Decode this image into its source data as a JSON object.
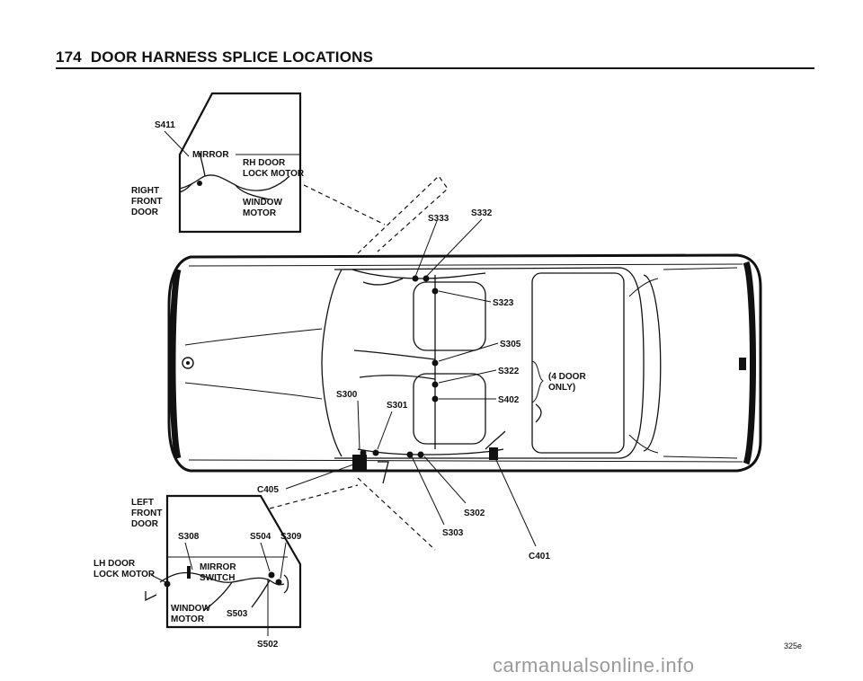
{
  "header": {
    "page_number": "174",
    "title": "DOOR HARNESS SPLICE LOCATIONS"
  },
  "right_door_inset": {
    "door_label": [
      "RIGHT",
      "FRONT",
      "DOOR"
    ],
    "splice": "S411",
    "mirror": "MIRROR",
    "lock_motor": [
      "RH DOOR",
      "LOCK MOTOR"
    ],
    "window_motor": [
      "WINDOW",
      "MOTOR"
    ]
  },
  "car": {
    "top_splices": {
      "s333": "S333",
      "s332": "S332"
    },
    "center_splices": {
      "s323": "S323",
      "s305": "S305",
      "s322": "S322",
      "s402": "S402",
      "s300": "S300",
      "s301": "S301"
    },
    "four_door_note": [
      "(4 DOOR",
      "ONLY)"
    ],
    "bottom_labels": {
      "c405": "C405",
      "s302": "S302",
      "s303": "S303",
      "c401": "C401"
    }
  },
  "left_door_inset": {
    "door_label": [
      "LEFT",
      "FRONT",
      "DOOR"
    ],
    "lock_motor": [
      "LH DOOR",
      "LOCK MOTOR"
    ],
    "s308": "S308",
    "s504": "S504",
    "s309": "S309",
    "mirror_switch": [
      "MIRROR",
      "SWITCH"
    ],
    "window_motor": [
      "WINDOW",
      "MOTOR"
    ],
    "s503": "S503",
    "s502": "S502"
  },
  "footer": {
    "figure_id": "325e",
    "watermark": "carmanualsonline.info"
  }
}
